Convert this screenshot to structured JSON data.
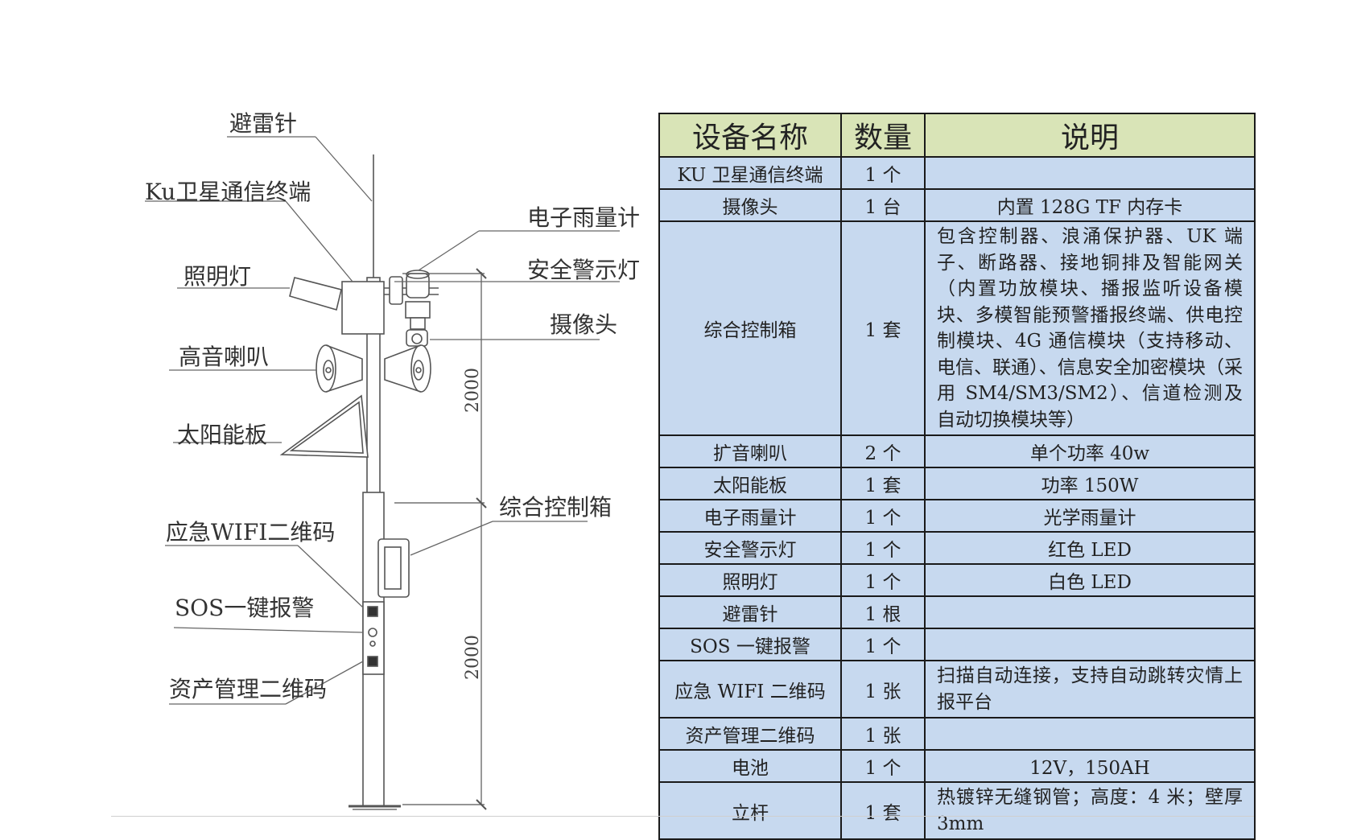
{
  "diagram": {
    "labels": {
      "lightning_rod": "避雷针",
      "ku_terminal": "Ku卫星通信终端",
      "rain_gauge": "电子雨量计",
      "warning_light": "安全警示灯",
      "lighting_lamp": "照明灯",
      "camera": "摄像头",
      "horn": "高音喇叭",
      "solar_panel": "太阳能板",
      "control_box": "综合控制箱",
      "wifi_qr": "应急WIFI二维码",
      "sos": "SOS一键报警",
      "asset_qr": "资产管理二维码"
    },
    "dimensions": {
      "upper": "2000",
      "lower": "2000"
    }
  },
  "table": {
    "headers": {
      "name": "设备名称",
      "qty": "数量",
      "desc": "说明"
    },
    "rows": [
      {
        "name": "KU 卫星通信终端",
        "qty": "1 个",
        "desc": ""
      },
      {
        "name": "摄像头",
        "qty": "1 台",
        "desc": "内置 128G TF 内存卡"
      },
      {
        "name": "综合控制箱",
        "qty": "1 套",
        "desc": "包含控制器、浪涌保护器、UK 端子、断路器、接地铜排及智能网关（内置功放模块、播报监听设备模块、多模智能预警播报终端、供电控制模块、4G 通信模块（支持移动、电信、联通）、信息安全加密模块（采用 SM4/SM3/SM2）、信道检测及自动切换模块等）"
      },
      {
        "name": "扩音喇叭",
        "qty": "2 个",
        "desc": "单个功率 40w"
      },
      {
        "name": "太阳能板",
        "qty": "1 套",
        "desc": "功率 150W"
      },
      {
        "name": "电子雨量计",
        "qty": "1 个",
        "desc": "光学雨量计"
      },
      {
        "name": "安全警示灯",
        "qty": "1 个",
        "desc": "红色 LED"
      },
      {
        "name": "照明灯",
        "qty": "1 个",
        "desc": "白色 LED"
      },
      {
        "name": "避雷针",
        "qty": "1 根",
        "desc": ""
      },
      {
        "name": "SOS 一键报警",
        "qty": "1 个",
        "desc": ""
      },
      {
        "name": "应急 WIFI 二维码",
        "qty": "1 张",
        "desc": "扫描自动连接，支持自动跳转灾情上报平台"
      },
      {
        "name": "资产管理二维码",
        "qty": "1 张",
        "desc": ""
      },
      {
        "name": "电池",
        "qty": "1 个",
        "desc": "12V，150AH"
      },
      {
        "name": "立杆",
        "qty": "1 套",
        "desc": "热镀锌无缝钢管；高度：4 米；壁厚 3mm"
      }
    ]
  }
}
